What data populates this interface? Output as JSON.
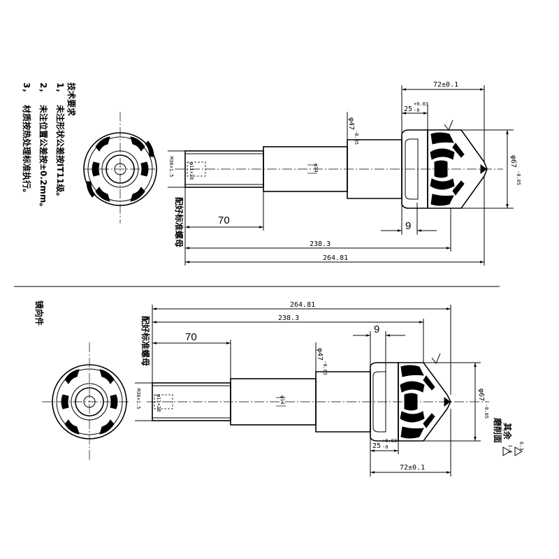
{
  "notes": {
    "title": "技术要求",
    "items": [
      {
        "num": "1，",
        "text": "未注形状公差按IT11级。"
      },
      {
        "num": "2，",
        "text": "未注位置公差按±0.2mm。"
      },
      {
        "num": "3，",
        "text": "材质按热处理标准执行。"
      }
    ]
  },
  "view_top": {
    "dim_overall": "264.81",
    "dim_mid": "238.3",
    "dim_thread_len": "70",
    "dim_gap": "9",
    "dim_head_len": "72±0.1",
    "dim_step": "25",
    "dim_step_tol_up": "+0.03",
    "dim_step_tol_low": "-0",
    "dim_dia_shank": "φ47",
    "dim_dia_shank_tol": "-0.05",
    "dim_dia_head": "φ67",
    "dim_dia_head_tol": "-0.05",
    "dim_dia_bore": "φ14",
    "thread_label": "M36×1.5",
    "thread_inner": "φ11×28",
    "nut_note": "配好标准螺母"
  },
  "view_bottom": {
    "label": "镜向件",
    "dim_overall": "264.81",
    "dim_mid": "238.3",
    "dim_thread_len": "70",
    "dim_gap": "9",
    "dim_head_len": "72±0.1",
    "dim_step": "25",
    "dim_step_tol_up": "+0.03",
    "dim_step_tol_low": "-0",
    "dim_dia_shank": "φ47",
    "dim_dia_shank_tol": "-0.05",
    "dim_dia_head": "φ67",
    "dim_dia_head_tol": "-0.05",
    "dim_dia_bore": "φ14",
    "thread_label": "M36×1.5",
    "thread_inner": "φ11×28",
    "nut_note": "配好标准螺母"
  },
  "surface": {
    "rest_label": "其余",
    "rest_value": "6.3",
    "finish_label": "磨削面",
    "finish_value": "1.6"
  }
}
